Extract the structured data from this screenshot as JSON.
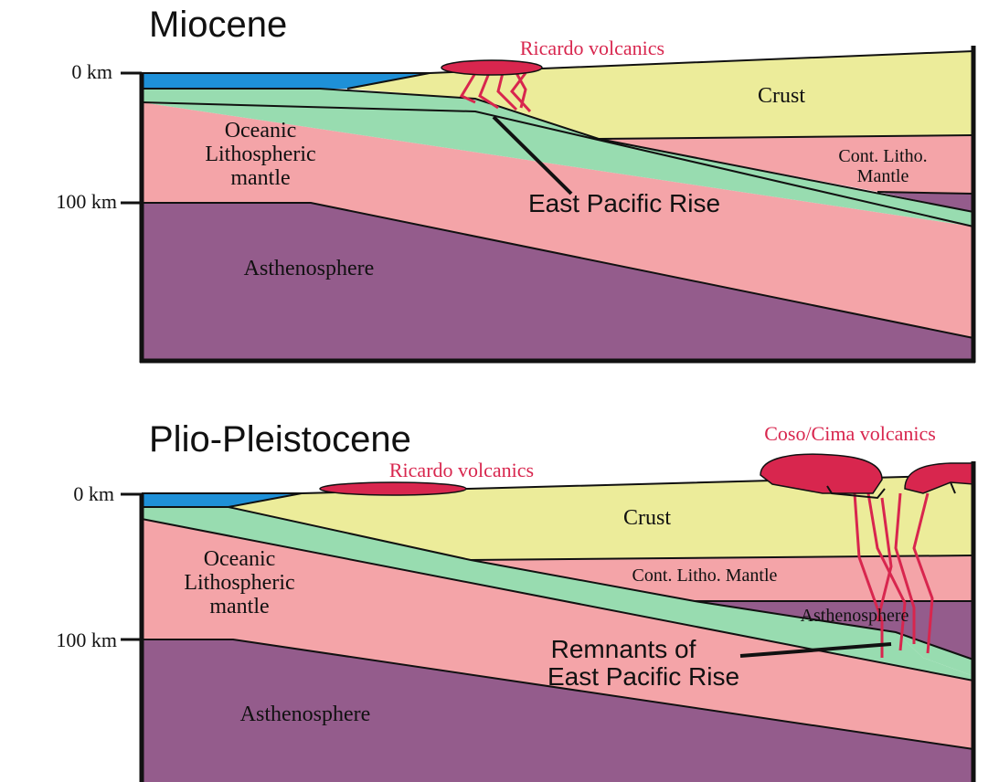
{
  "colors": {
    "ocean": "#1e90d8",
    "crust": "#ecec9a",
    "oceanic_crust": "#98dcb0",
    "lithospheric_mantle": "#f4a4a8",
    "asthenosphere": "#945c8c",
    "volcanics": "#d8264e",
    "volcanic_text": "#d8264e",
    "frame": "#111111"
  },
  "miocene": {
    "title": "Miocene",
    "depth_0": "0 km",
    "depth_100": "100 km",
    "volcanics_label": "Ricardo volcanics",
    "crust_label": "Crust",
    "oceanic_lith_line1": "Oceanic",
    "oceanic_lith_line2": "Lithospheric",
    "oceanic_lith_line3": "mantle",
    "cont_litho_line1": "Cont. Litho.",
    "cont_litho_line2": "Mantle",
    "rise_label": "East Pacific Rise",
    "asthenosphere_label": "Asthenosphere"
  },
  "plio": {
    "title": "Plio-Pleistocene",
    "depth_0": "0 km",
    "depth_100": "100 km",
    "ricardo_label": "Ricardo volcanics",
    "coso_label": "Coso/Cima volcanics",
    "crust_label": "Crust",
    "oceanic_lith_line1": "Oceanic",
    "oceanic_lith_line2": "Lithospheric",
    "oceanic_lith_line3": "mantle",
    "cont_litho_label": "Cont. Litho. Mantle",
    "asthenosphere_window_label": "Asthenosphere",
    "remnants_line1": "Remnants of",
    "remnants_line2": "East Pacific Rise",
    "asthenosphere_label": "Asthenosphere"
  }
}
